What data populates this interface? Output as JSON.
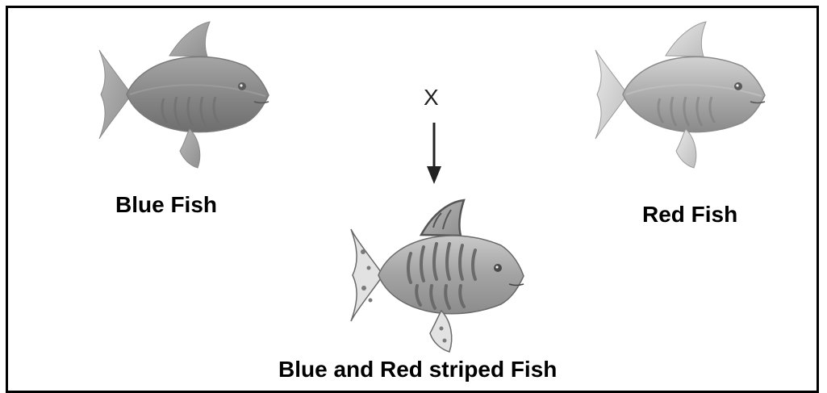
{
  "labels": {
    "parent_left": "Blue Fish",
    "parent_right": "Red Fish",
    "cross_symbol": "X",
    "offspring": "Blue and Red striped Fish"
  },
  "icons": {
    "parent_left": "fish-icon",
    "parent_right": "fish-icon",
    "offspring": "striped-fish-icon",
    "cross": "down-arrow-icon"
  },
  "colors": {
    "border": "#000000",
    "text": "#000000"
  }
}
